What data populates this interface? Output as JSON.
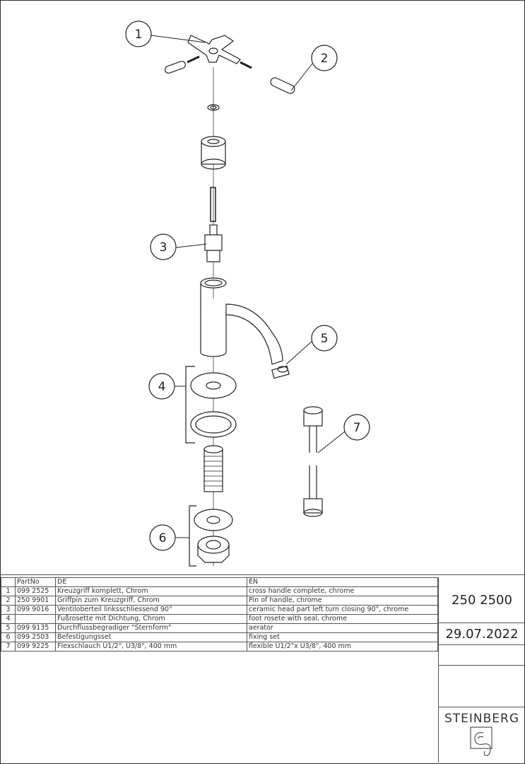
{
  "drawing": {
    "callouts": [
      "1",
      "2",
      "3",
      "4",
      "5",
      "6",
      "7"
    ]
  },
  "table": {
    "headers": [
      "",
      "PartNo",
      "DE",
      "EN"
    ],
    "rows": [
      [
        "1",
        "099 2525",
        "Kreuzgriff komplett, Chrom",
        "cross handle complete, chrome"
      ],
      [
        "2",
        "250 9901",
        "Griffpin zum Kreuzgriff, Chrom",
        "Pin of handle, chrome"
      ],
      [
        "3",
        "099 9016",
        "Ventiloberteil linksschliessend 90°",
        "ceramic head part left turn closing 90°, chrome"
      ],
      [
        "4",
        "",
        "Fußrosette mit Dichtung, Chrom",
        "foot rosete with seal, chrome"
      ],
      [
        "5",
        "099 9135",
        "Durchflussbegradiger \"Sternform\"",
        "aerator"
      ],
      [
        "6",
        "099 2503",
        "Befestigungsset",
        "fixing set"
      ],
      [
        "7",
        "099 9225",
        "Flexschlauch Ü1/2\", Ü3/8\", 400 mm",
        "flexible Ü1/2\"x Ü3/8\", 400 mm"
      ]
    ]
  },
  "title_block": {
    "article_no": "250 2500",
    "date": "29.07.2022",
    "brand": "STEINBERG"
  }
}
